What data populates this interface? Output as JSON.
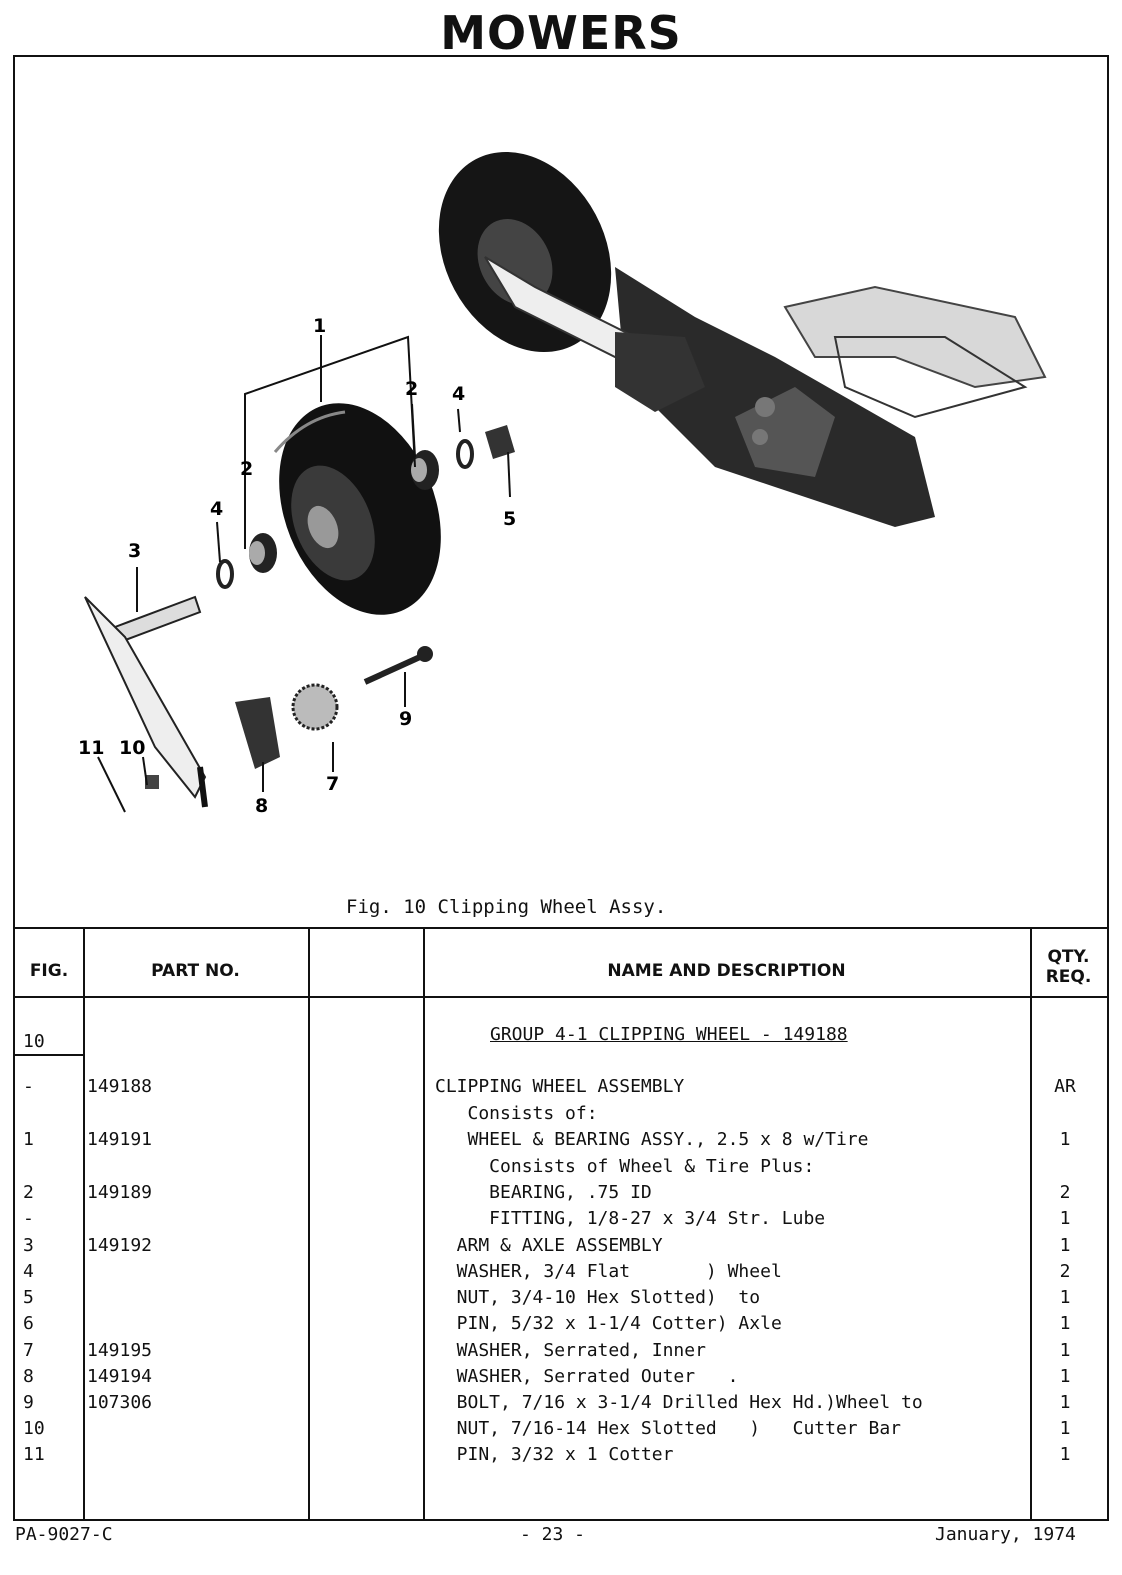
{
  "page_title": "MOWERS",
  "figure": {
    "caption": "Fig. 10 Clipping Wheel Assy.",
    "callouts": [
      "1",
      "2",
      "2",
      "4",
      "4",
      "5",
      "3",
      "9",
      "7",
      "8",
      "11",
      "10"
    ]
  },
  "table": {
    "headers": {
      "fig": "FIG.",
      "part_no": "PART NO.",
      "name": "NAME AND DESCRIPTION",
      "qty_line1": "QTY.",
      "qty_line2": "REQ."
    },
    "fig_ref": "10",
    "group_title": "GROUP 4-1 CLIPPING WHEEL - 149188",
    "rows": [
      {
        "fig": "-",
        "part": "149188",
        "desc": "CLIPPING WHEEL ASSEMBLY",
        "qty": "AR"
      },
      {
        "fig": "",
        "part": "",
        "desc": "   Consists of:",
        "qty": ""
      },
      {
        "fig": "1",
        "part": "149191",
        "desc": "   WHEEL & BEARING ASSY., 2.5 x 8 w/Tire",
        "qty": "1"
      },
      {
        "fig": "",
        "part": "",
        "desc": "     Consists of Wheel & Tire Plus:",
        "qty": ""
      },
      {
        "fig": "2",
        "part": "149189",
        "desc": "     BEARING, .75 ID",
        "qty": "2"
      },
      {
        "fig": "-",
        "part": "",
        "desc": "     FITTING, 1/8-27 x 3/4 Str. Lube",
        "qty": "1"
      },
      {
        "fig": "3",
        "part": "149192",
        "desc": "  ARM & AXLE ASSEMBLY",
        "qty": "1"
      },
      {
        "fig": "4",
        "part": "",
        "desc": "  WASHER, 3/4 Flat       ) Wheel",
        "qty": "2"
      },
      {
        "fig": "5",
        "part": "",
        "desc": "  NUT, 3/4-10 Hex Slotted)  to",
        "qty": "1"
      },
      {
        "fig": "6",
        "part": "",
        "desc": "  PIN, 5/32 x 1-1/4 Cotter) Axle",
        "qty": "1"
      },
      {
        "fig": "7",
        "part": "149195",
        "desc": "  WASHER, Serrated, Inner",
        "qty": "1"
      },
      {
        "fig": "8",
        "part": "149194",
        "desc": "  WASHER, Serrated Outer   .",
        "qty": "1"
      },
      {
        "fig": "9",
        "part": "107306",
        "desc": "  BOLT, 7/16 x 3-1/4 Drilled Hex Hd.)Wheel to",
        "qty": "1"
      },
      {
        "fig": "10",
        "part": "",
        "desc": "  NUT, 7/16-14 Hex Slotted   )   Cutter Bar",
        "qty": "1"
      },
      {
        "fig": "11",
        "part": "",
        "desc": "  PIN, 3/32 x 1 Cotter",
        "qty": "1"
      }
    ]
  },
  "footer": {
    "doc_no": "PA-9027-C",
    "page": "- 23 -",
    "date": "January, 1974"
  }
}
